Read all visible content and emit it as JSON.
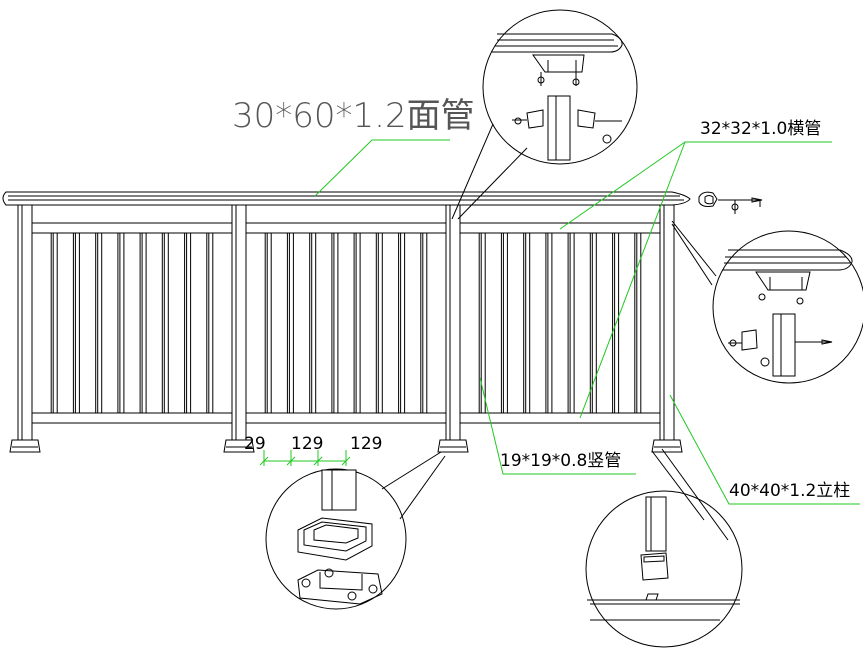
{
  "labels": {
    "top_rail": "30*60*1.2面管",
    "cross_tube": "32*32*1.0横管",
    "baluster": "19*19*0.8竖管",
    "post": "40*40*1.2立柱"
  },
  "dimensions": [
    "29",
    "129",
    "129"
  ],
  "colors": {
    "linework": "#000000",
    "leaders": "#22c822",
    "background": "#ffffff"
  }
}
